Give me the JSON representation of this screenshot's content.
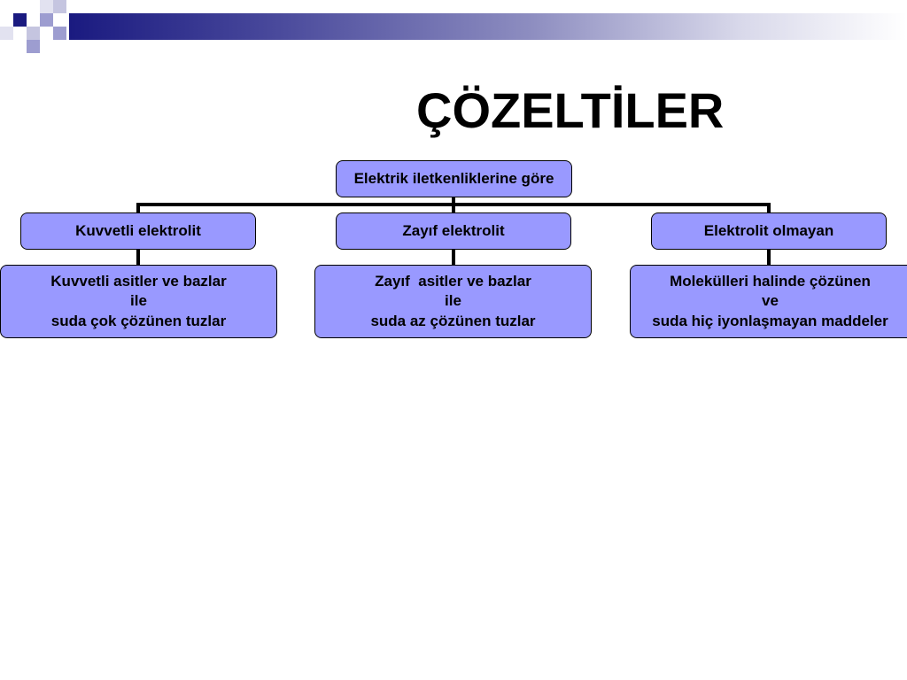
{
  "slide": {
    "title": "ÇÖZELTİLER"
  },
  "diagram": {
    "root": "Elektrik iletkenliklerine göre",
    "branches": [
      {
        "label": "Kuvvetli elektrolit",
        "description": [
          "Kuvvetli asitler ve bazlar",
          "ile",
          "suda çok çözünen tuzlar"
        ]
      },
      {
        "label": "Zayıf elektrolit",
        "description": [
          "Zayıf  asitler ve bazlar",
          "ile",
          "suda az çözünen tuzlar"
        ]
      },
      {
        "label": "Elektrolit olmayan",
        "description": [
          "Molekülleri halinde çözünen",
          "ve",
          "suda hiç iyonlaşmayan maddeler"
        ]
      }
    ]
  },
  "colors": {
    "node_fill": "#9999ff",
    "header_dark": "#1a1a80"
  }
}
